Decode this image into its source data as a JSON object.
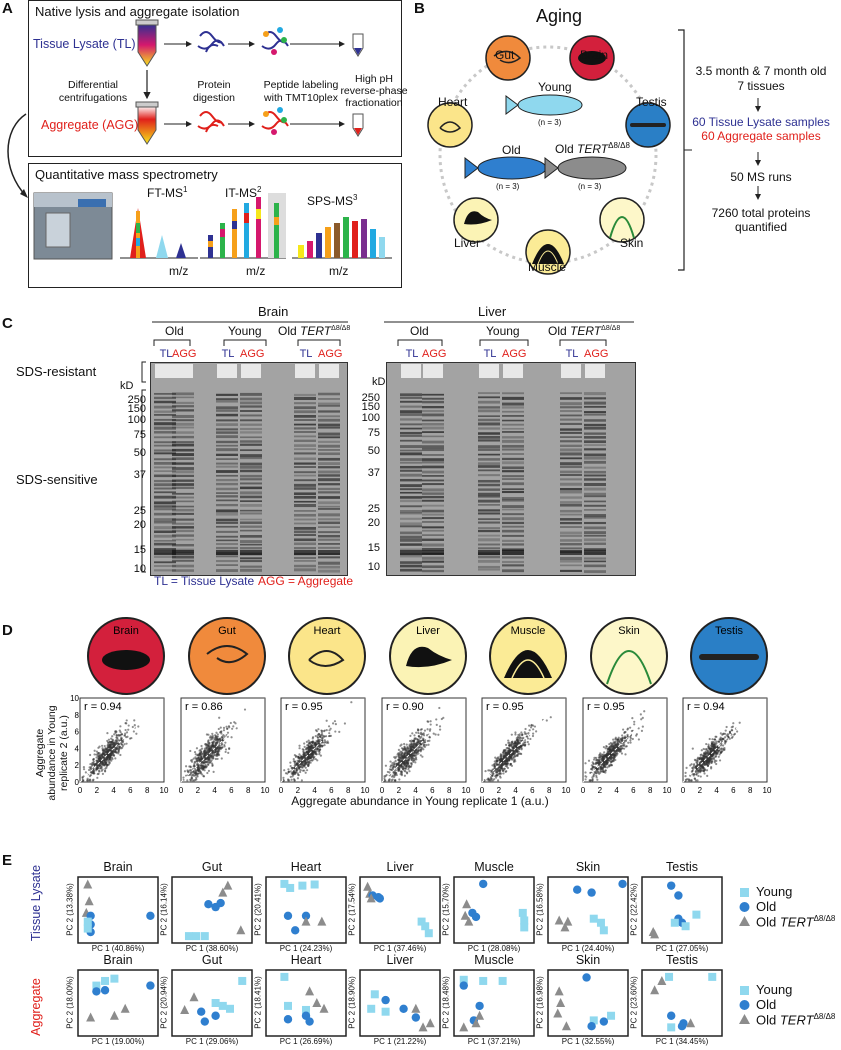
{
  "panels": {
    "a": "A",
    "b": "B",
    "c": "C",
    "d": "D",
    "e": "E"
  },
  "a": {
    "box1_title": "Native lysis and aggregate isolation",
    "tl_label": "Tissue Lysate (TL)",
    "agg_label": "Aggregate (AGG)",
    "diff_cent": "Differential\ncentrifugations",
    "protein_digestion": "Protein\ndigestion",
    "peptide_labeling": "Peptide labeling\nwith TMT10plex",
    "high_ph": "High pH\nreverse-phase\nfractionation",
    "box2_title": "Quantitative mass spectrometry",
    "ftms": "FT-MS",
    "ftms_sup": "1",
    "itms": "IT-MS",
    "itms_sup": "2",
    "spsms": "SPS-MS",
    "spsms_sup": "3",
    "mz": "m/z"
  },
  "b": {
    "title": "Aging",
    "tissues": [
      "Gut",
      "Brain",
      "Heart",
      "Testis",
      "Liver",
      "Muscle",
      "Skin"
    ],
    "young": "Young",
    "old": "Old",
    "old_tert": "Old ",
    "tert": "TERT",
    "tert_sup": "Δ8/Δ8",
    "n": "(n = 3)",
    "summary1": "3.5 month & 7 month old",
    "summary2": "7 tissues",
    "summary_tl": "60 Tissue Lysate samples",
    "summary_agg": "60 Aggregate samples",
    "summary_ms": "50 MS runs",
    "summary_prot1": "7260 total proteins",
    "summary_prot2": "quantified"
  },
  "c": {
    "brain": "Brain",
    "liver": "Liver",
    "groups": [
      "Old",
      "Young",
      "Old "
    ],
    "tl": "TL",
    "agg": "AGG",
    "sds_res": "SDS-resistant",
    "sds_sens": "SDS-sensitive",
    "kd": "kD",
    "markers": [
      "250",
      "150",
      "100",
      "75",
      "50",
      "37",
      "25",
      "20",
      "15",
      "10"
    ],
    "legend_tl": "TL = Tissue Lysate",
    "legend_agg": "AGG = Aggregate"
  },
  "d": {
    "ylabel1": "Aggregate",
    "ylabel2": "abundance in Young",
    "ylabel3": "replicate 2 (a.u.)",
    "xlabel": "Aggregate abundance in Young replicate 1 (a.u.)",
    "ticks": [
      "0",
      "2",
      "4",
      "6",
      "8",
      "10"
    ],
    "tissues": [
      {
        "name": "Brain",
        "r": "r = 0.94",
        "color": "#d3203c"
      },
      {
        "name": "Gut",
        "r": "r = 0.86",
        "color": "#f08a3c"
      },
      {
        "name": "Heart",
        "r": "r = 0.95",
        "color": "#fbe58a"
      },
      {
        "name": "Liver",
        "r": "r = 0.90",
        "color": "#fbf3b5"
      },
      {
        "name": "Muscle",
        "r": "r = 0.95",
        "color": "#fbeb96"
      },
      {
        "name": "Skin",
        "r": "r = 0.95",
        "color": "#fdf7c9"
      },
      {
        "name": "Testis",
        "r": "r = 0.94",
        "color": "#2a7fc6"
      }
    ]
  },
  "e": {
    "row_tl": "Tissue Lysate",
    "row_agg": "Aggregate",
    "legend": [
      "Young",
      "Old",
      "Old "
    ],
    "tl": [
      {
        "name": "Brain",
        "pc1": "PC 1 (40.86%)",
        "pc2": "PC 2 (13.38%)"
      },
      {
        "name": "Gut",
        "pc1": "PC 1 (38.60%)",
        "pc2": "PC 2 (16.14%)"
      },
      {
        "name": "Heart",
        "pc1": "PC 1 (24.23%)",
        "pc2": "PC 2 (20.41%)"
      },
      {
        "name": "Liver",
        "pc1": "PC 1 (37.46%)",
        "pc2": "PC 2 (17.54%)"
      },
      {
        "name": "Muscle",
        "pc1": "PC 1 (28.08%)",
        "pc2": "PC 2 (15.70%)"
      },
      {
        "name": "Skin",
        "pc1": "PC 1 (24.40%)",
        "pc2": "PC 2 (16.58%)"
      },
      {
        "name": "Testis",
        "pc1": "PC 1 (27.05%)",
        "pc2": "PC 2 (22.42%)"
      }
    ],
    "agg": [
      {
        "name": "Brain",
        "pc1": "PC 1 (19.00%)",
        "pc2": "PC 2 (18.00%)"
      },
      {
        "name": "Gut",
        "pc1": "PC 1 (29.06%)",
        "pc2": "PC 2 (20.94%)"
      },
      {
        "name": "Heart",
        "pc1": "PC 1 (26.69%)",
        "pc2": "PC 2 (18.41%)"
      },
      {
        "name": "Liver",
        "pc1": "PC 1 (21.22%)",
        "pc2": "PC 2 (18.90%)"
      },
      {
        "name": "Muscle",
        "pc1": "PC 1 (37.21%)",
        "pc2": "PC 2 (18.48%)"
      },
      {
        "name": "Skin",
        "pc1": "PC 1 (32.55%)",
        "pc2": "PC 2 (16.98%)"
      },
      {
        "name": "Testis",
        "pc1": "PC 1 (34.45%)",
        "pc2": "PC 2 (23.60%)"
      }
    ]
  },
  "colors": {
    "tl_blue": "#2e3192",
    "agg_red": "#e0201b",
    "young": "#8fd8ee",
    "old": "#2f7fcf",
    "tert": "#8c8c8c"
  },
  "chart_data": [
    {
      "type": "scatter",
      "title": "Brain",
      "r": 0.94,
      "xlim": [
        0,
        10
      ],
      "ylim": [
        0,
        10
      ]
    },
    {
      "type": "scatter",
      "title": "Gut",
      "r": 0.86,
      "xlim": [
        0,
        10
      ],
      "ylim": [
        0,
        10
      ]
    },
    {
      "type": "scatter",
      "title": "Heart",
      "r": 0.95,
      "xlim": [
        0,
        10
      ],
      "ylim": [
        0,
        10
      ]
    },
    {
      "type": "scatter",
      "title": "Liver",
      "r": 0.9,
      "xlim": [
        0,
        10
      ],
      "ylim": [
        0,
        10
      ]
    },
    {
      "type": "scatter",
      "title": "Muscle",
      "r": 0.95,
      "xlim": [
        0,
        10
      ],
      "ylim": [
        0,
        10
      ]
    },
    {
      "type": "scatter",
      "title": "Skin",
      "r": 0.95,
      "xlim": [
        0,
        10
      ],
      "ylim": [
        0,
        10
      ]
    },
    {
      "type": "scatter",
      "title": "Testis",
      "r": 0.94,
      "xlim": [
        0,
        10
      ],
      "ylim": [
        0,
        10
      ]
    }
  ]
}
